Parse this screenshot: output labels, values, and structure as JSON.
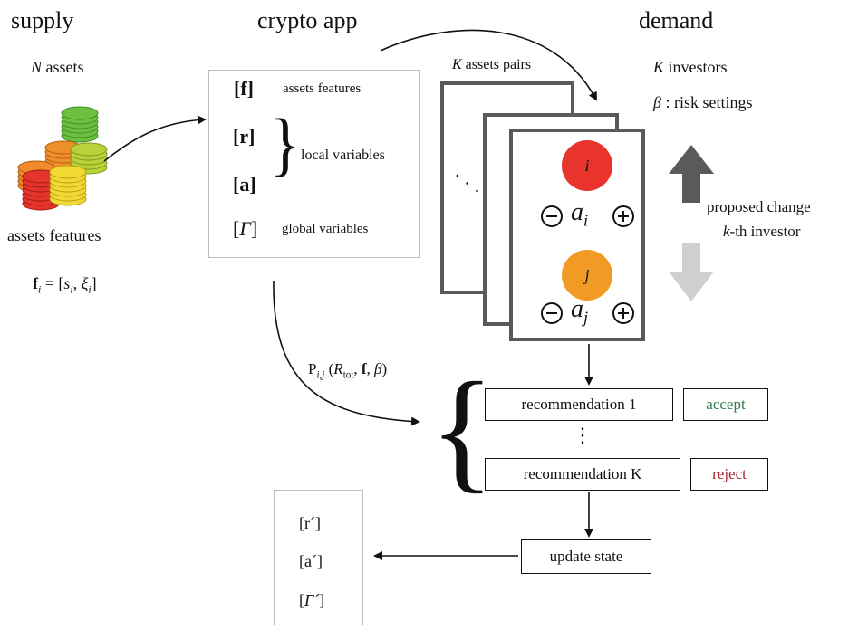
{
  "headers": {
    "supply": "supply",
    "app": "crypto app",
    "demand": "demand"
  },
  "supply": {
    "n_assets_var": "N",
    "n_assets_text": " assets",
    "features_label": "assets features",
    "formula": {
      "f": "f",
      "i": "i",
      "eq": " = [",
      "s": "s",
      "comma": ", ",
      "xi": "ξ",
      "close": "]"
    }
  },
  "app_box": {
    "f_sym": "[f]",
    "f_label": "assets features",
    "r_sym": "[r]",
    "a_sym": "[a]",
    "local_label": "local variables",
    "gamma_open": "[",
    "gamma": "Γ",
    "gamma_close": "]",
    "global_label": "global variables",
    "brace": "}"
  },
  "pairs": {
    "k_var": "K",
    "label": " assets pairs"
  },
  "cards": {
    "i_label": "i",
    "j_label": "j",
    "ai": "a",
    "ai_sub": "i",
    "aj": "a",
    "aj_sub": "j",
    "dots": "· · ·",
    "colors": {
      "i": "#e8342b",
      "j": "#f29b24"
    }
  },
  "demand": {
    "k_var": "K",
    "investors": " investors",
    "beta": "β",
    "risk": " : risk settings",
    "proposed": "proposed change",
    "kth_var": "k",
    "kth_text": "-th investor"
  },
  "prob": {
    "P": "P",
    "sub": "i,j",
    "open": " (",
    "R": "R",
    "Rsub": "tot",
    "f": "f",
    "beta": "β",
    "close": ")",
    "sep": ", "
  },
  "recommendations": [
    {
      "label": "recommendation 1",
      "action": "accept",
      "color": "#2e7d4f"
    },
    {
      "label": "recommendation K",
      "action": "reject",
      "color": "#a8262a"
    }
  ],
  "rec_brace": "{",
  "vdots": "⋮",
  "update": "update state",
  "new_state": {
    "r": "[r´]",
    "a": "[a´]",
    "gamma_open": "[",
    "gamma": "Γ´",
    "gamma_close": "]"
  }
}
